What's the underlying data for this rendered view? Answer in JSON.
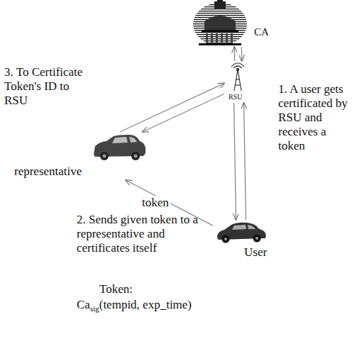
{
  "diagram": {
    "nodes": [
      {
        "text": [
          "CA"
        ]
      },
      {
        "text": [
          "RSU"
        ]
      },
      {
        "text": [
          "representative"
        ]
      },
      {
        "text": [
          "User"
        ]
      }
    ],
    "edges": [
      {
        "from": 1,
        "to": 0,
        "arrow": "to"
      },
      {
        "from": 0,
        "to": 1,
        "arrow": "to"
      },
      {
        "from": 2,
        "to": 1,
        "arrow": "to"
      },
      {
        "from": 1,
        "to": 2,
        "arrow": "to"
      },
      {
        "from": 1,
        "to": 3,
        "arrow": "to"
      },
      {
        "from": 3,
        "to": 1,
        "arrow": "to"
      },
      {
        "from": 3,
        "to": 2,
        "label": "token",
        "arrow": "to"
      }
    ],
    "labels": [
      "3. To Certificate Token's ID to RSU",
      "1. A user gets certificated by RSU and receives a token",
      "2. Sends given token to a representative and certificates itself",
      "Token:",
      "Ca",
      "sig",
      "(tempid, exp_time)"
    ]
  }
}
